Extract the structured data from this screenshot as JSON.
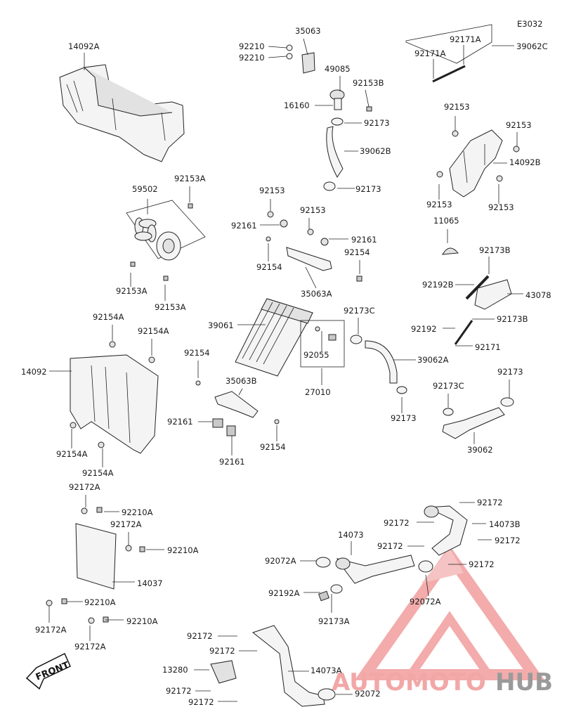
{
  "diagram_id": "E3032",
  "front_marker": "FRONT",
  "watermark": {
    "part1": "AUTOMOTO",
    "part2": "HUB",
    "accent": "#e85a5a",
    "gray": "#8e8e8e"
  },
  "labels": [
    {
      "id": "l1",
      "text": "14092A"
    },
    {
      "id": "l2",
      "text": "35063"
    },
    {
      "id": "l3",
      "text": "92210"
    },
    {
      "id": "l4",
      "text": "92210"
    },
    {
      "id": "l5",
      "text": "49085"
    },
    {
      "id": "l6",
      "text": "16160"
    },
    {
      "id": "l7",
      "text": "92153B"
    },
    {
      "id": "l8",
      "text": "92173"
    },
    {
      "id": "l9",
      "text": "39062B"
    },
    {
      "id": "l10",
      "text": "92173"
    },
    {
      "id": "l11",
      "text": "92171A"
    },
    {
      "id": "l12",
      "text": "92171A"
    },
    {
      "id": "l13",
      "text": "39062C"
    },
    {
      "id": "l14",
      "text": "92153"
    },
    {
      "id": "l15",
      "text": "92153"
    },
    {
      "id": "l16",
      "text": "14092B"
    },
    {
      "id": "l17",
      "text": "92153"
    },
    {
      "id": "l18",
      "text": "92153"
    },
    {
      "id": "l19",
      "text": "11065"
    },
    {
      "id": "l20",
      "text": "92153A"
    },
    {
      "id": "l21",
      "text": "59502"
    },
    {
      "id": "l22",
      "text": "92153A"
    },
    {
      "id": "l23",
      "text": "92153A"
    },
    {
      "id": "l24",
      "text": "92153"
    },
    {
      "id": "l25",
      "text": "92153"
    },
    {
      "id": "l26",
      "text": "92161"
    },
    {
      "id": "l27",
      "text": "92161"
    },
    {
      "id": "l28",
      "text": "92154"
    },
    {
      "id": "l29",
      "text": "92154"
    },
    {
      "id": "l30",
      "text": "35063A"
    },
    {
      "id": "l31",
      "text": "92173B"
    },
    {
      "id": "l32",
      "text": "92192B"
    },
    {
      "id": "l33",
      "text": "43078"
    },
    {
      "id": "l34",
      "text": "92173B"
    },
    {
      "id": "l35",
      "text": "92192"
    },
    {
      "id": "l36",
      "text": "92171"
    },
    {
      "id": "l37",
      "text": "39061"
    },
    {
      "id": "l38",
      "text": "92173C"
    },
    {
      "id": "l39",
      "text": "92055"
    },
    {
      "id": "l40",
      "text": "27010"
    },
    {
      "id": "l41",
      "text": "39062A"
    },
    {
      "id": "l42",
      "text": "92173"
    },
    {
      "id": "l43",
      "text": "92154A"
    },
    {
      "id": "l44",
      "text": "92154A"
    },
    {
      "id": "l45",
      "text": "14092"
    },
    {
      "id": "l46",
      "text": "92154A"
    },
    {
      "id": "l47",
      "text": "92154A"
    },
    {
      "id": "l48",
      "text": "92154"
    },
    {
      "id": "l49",
      "text": "35063B"
    },
    {
      "id": "l50",
      "text": "92161"
    },
    {
      "id": "l51",
      "text": "92161"
    },
    {
      "id": "l52",
      "text": "92154"
    },
    {
      "id": "l53",
      "text": "92173C"
    },
    {
      "id": "l54",
      "text": "92173"
    },
    {
      "id": "l55",
      "text": "39062"
    },
    {
      "id": "l56",
      "text": "92172A"
    },
    {
      "id": "l57",
      "text": "92210A"
    },
    {
      "id": "l58",
      "text": "92172A"
    },
    {
      "id": "l59",
      "text": "92210A"
    },
    {
      "id": "l60",
      "text": "14037"
    },
    {
      "id": "l61",
      "text": "92210A"
    },
    {
      "id": "l62",
      "text": "92172A"
    },
    {
      "id": "l63",
      "text": "92210A"
    },
    {
      "id": "l64",
      "text": "92172A"
    },
    {
      "id": "l65",
      "text": "92172"
    },
    {
      "id": "l66",
      "text": "92172"
    },
    {
      "id": "l67",
      "text": "14073B"
    },
    {
      "id": "l68",
      "text": "14073"
    },
    {
      "id": "l69",
      "text": "92172"
    },
    {
      "id": "l70",
      "text": "92172"
    },
    {
      "id": "l71",
      "text": "92172"
    },
    {
      "id": "l72",
      "text": "92072A"
    },
    {
      "id": "l73",
      "text": "92192A"
    },
    {
      "id": "l74",
      "text": "92173A"
    },
    {
      "id": "l75",
      "text": "92072A"
    },
    {
      "id": "l76",
      "text": "92172"
    },
    {
      "id": "l77",
      "text": "92172"
    },
    {
      "id": "l78",
      "text": "13280"
    },
    {
      "id": "l79",
      "text": "14073A"
    },
    {
      "id": "l80",
      "text": "92172"
    },
    {
      "id": "l81",
      "text": "92172"
    },
    {
      "id": "l82",
      "text": "92072"
    }
  ]
}
